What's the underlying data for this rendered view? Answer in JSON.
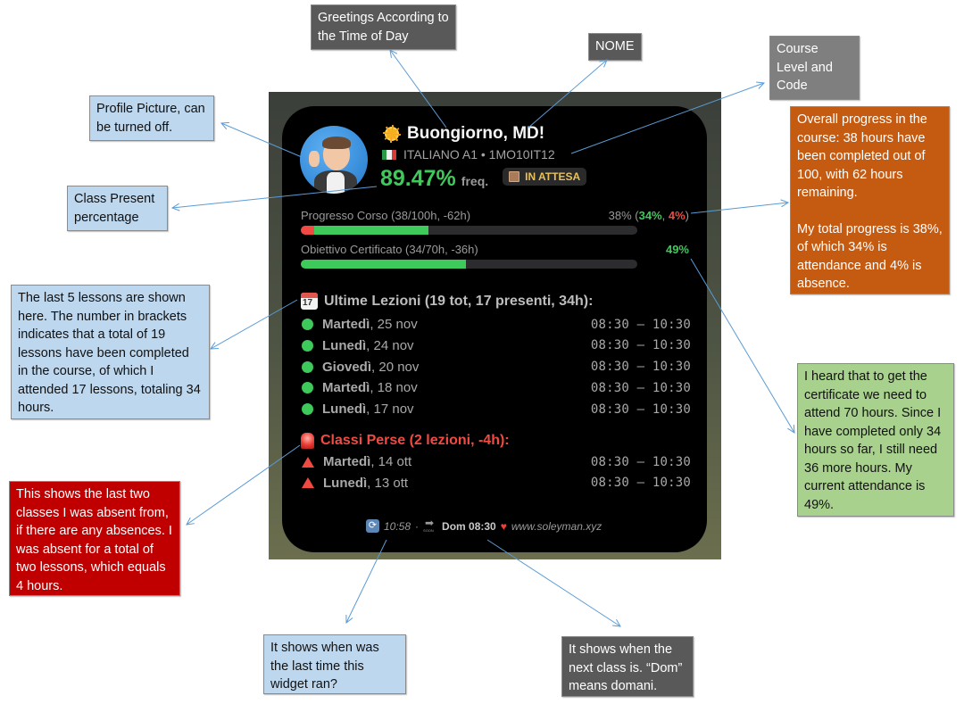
{
  "widget": {
    "greeting": "Buongiorno, MD!",
    "greeting_icon": "sun-icon",
    "course_flag": "italy-flag-icon",
    "course": "ITALIANO A1 • 1MO10IT12",
    "attendance_percent": "89.47%",
    "attendance_label": "freq.",
    "status_badge": "IN ATTESA",
    "progress": {
      "course_label": "Progresso Corso (38/100h, -62h)",
      "course_total": "38% (",
      "course_present": "34%",
      "course_sep": ", ",
      "course_absent": "4%",
      "course_close": ")",
      "course_present_value": 34,
      "course_absent_value": 4,
      "certificate_label": "Obiettivo Certificato (34/70h, -36h)",
      "certificate_percent": "49%",
      "certificate_value": 49
    },
    "recent": {
      "icon": "calendar-icon",
      "icon_text": "17",
      "title": "Ultime Lezioni (19 tot, 17 presenti, 34h):",
      "items": [
        {
          "day": "Martedì",
          "date": ", 25 nov",
          "time": "08:30 – 10:30"
        },
        {
          "day": "Lunedì",
          "date": ", 24 nov",
          "time": "08:30 – 10:30"
        },
        {
          "day": "Giovedì",
          "date": ", 20 nov",
          "time": "08:30 – 10:30"
        },
        {
          "day": "Martedì",
          "date": ", 18 nov",
          "time": "08:30 – 10:30"
        },
        {
          "day": "Lunedì",
          "date": ", 17 nov",
          "time": "08:30 – 10:30"
        }
      ]
    },
    "missed": {
      "icon": "siren-icon",
      "title": "Classi Perse (2 lezioni, -4h):",
      "items": [
        {
          "day": "Martedì",
          "date": ", 14 ott",
          "time": "08:30 – 10:30"
        },
        {
          "day": "Lunedì",
          "date": ", 13 ott",
          "time": "08:30 – 10:30"
        }
      ]
    },
    "footer": {
      "last_run": "10:58",
      "separator": "·",
      "next_class": "Dom 08:30",
      "website": "www.soleyman.xyz"
    },
    "colors": {
      "present": "#3ec95b",
      "absent": "#f04a43",
      "badge_text": "#e8c15a",
      "bar_track": "#2c2c2e"
    }
  },
  "annotations": {
    "greeting": "Greetings According to the Time of Day",
    "name": "NOME",
    "course_code": "Course Level and Code",
    "profile_picture": "Profile Picture, can be turned off.",
    "class_present": "Class Present percentage",
    "overall_progress_1": "Overall progress in the course: 38 hours have been completed out of 100, with 62 hours remaining.",
    "overall_progress_2": "My total progress is 38%, of which 34% is attendance and 4% is absence.",
    "last_lessons": "The last 5 lessons are shown here. The number in brackets indicates that a total of 19 lessons have been completed in the course, of which I attended 17 lessons, totaling 34 hours.",
    "certificate": "I heard that to get the certificate we need to attend 70 hours. Since I have completed only 34 hours so far, I still need 36 more hours. My current attendance is 49%.",
    "absences": "This shows the last two classes I was absent from, if there are any absences. I was absent for a total of two lessons, which equals 4 hours.",
    "last_run": "It shows when was the last time this widget ran?",
    "next_class": "It shows when the next class is. “Dom” means domani."
  }
}
